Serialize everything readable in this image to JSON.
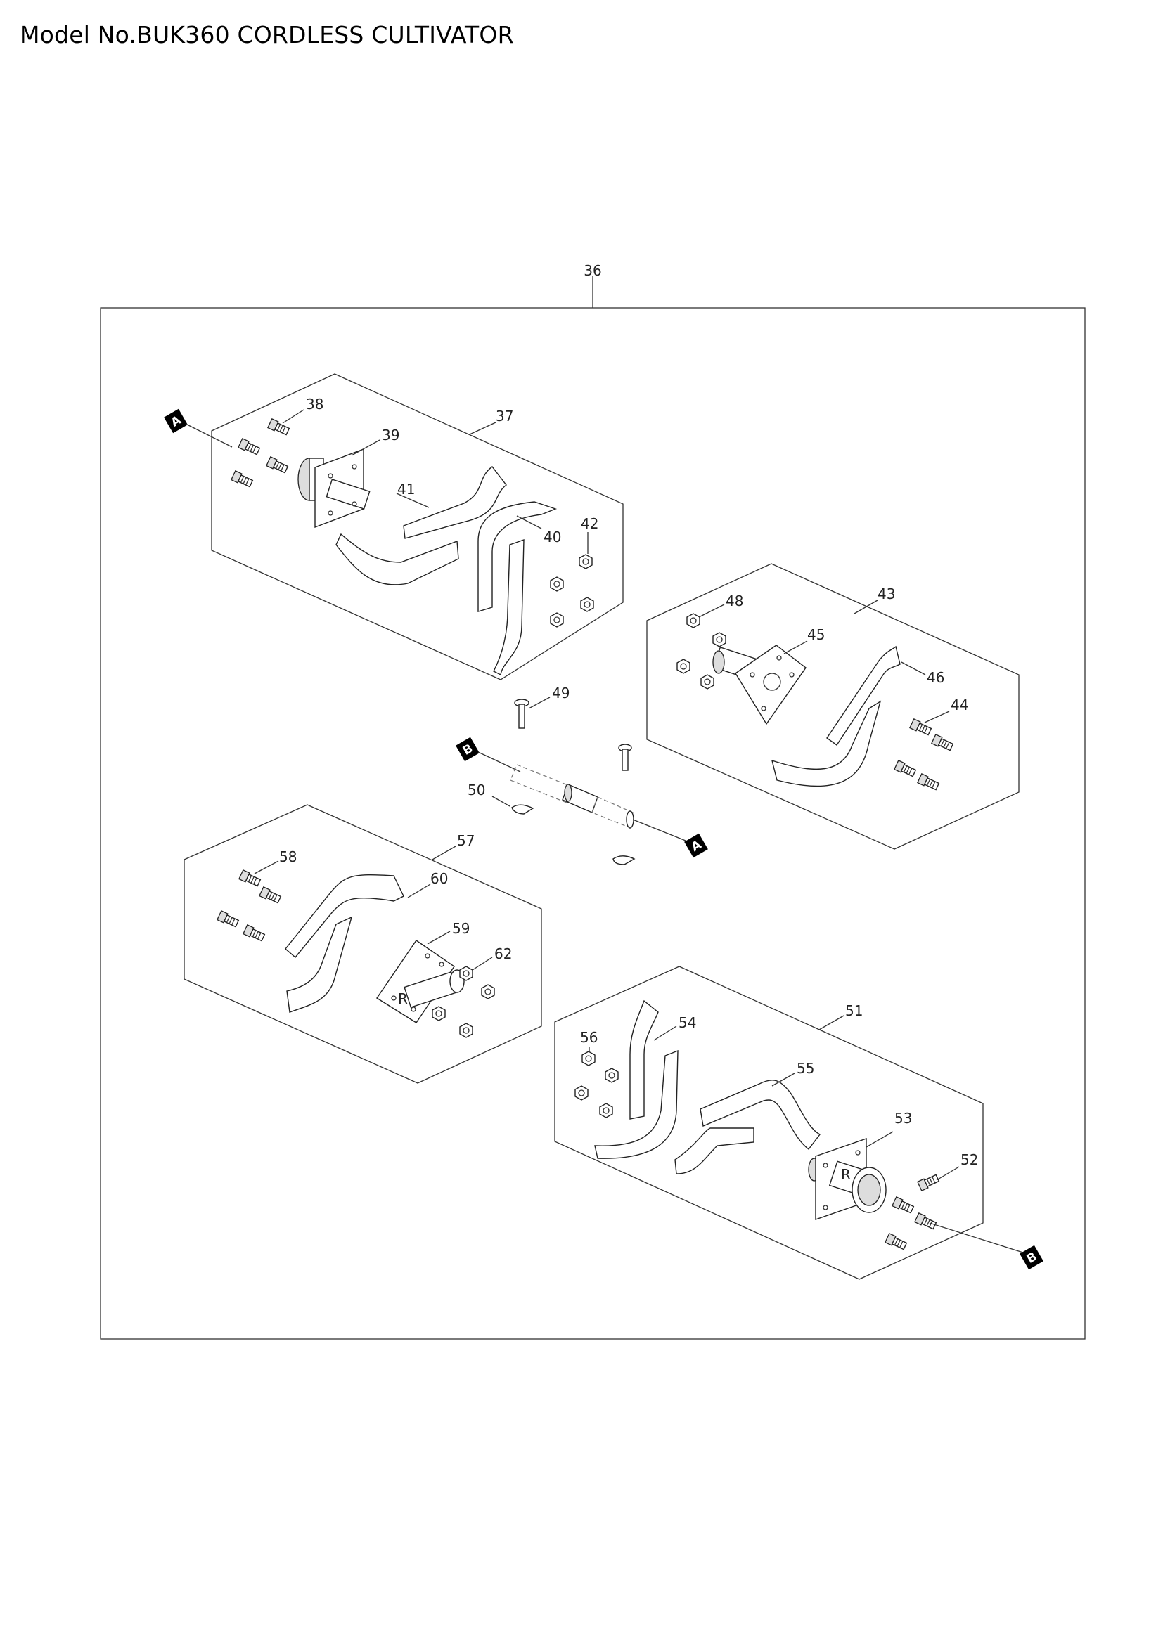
{
  "page_title": "Model No.BUK360 CORDLESS CULTIVATOR",
  "labels": {
    "p36": "36",
    "p37": "37",
    "p38": "38",
    "p39": "39",
    "p40": "40",
    "p41": "41",
    "p42": "42",
    "p43": "43",
    "p44": "44",
    "p45": "45",
    "p46": "46",
    "p48": "48",
    "p49": "49",
    "p50": "50",
    "p51": "51",
    "p52": "52",
    "p53": "53",
    "p54": "54",
    "p55": "55",
    "p56": "56",
    "p57": "57",
    "p58": "58",
    "p59": "59",
    "p60": "60",
    "p62": "62"
  },
  "markers": {
    "a": "A",
    "b": "B"
  },
  "hub_marks": {
    "r": "R"
  }
}
